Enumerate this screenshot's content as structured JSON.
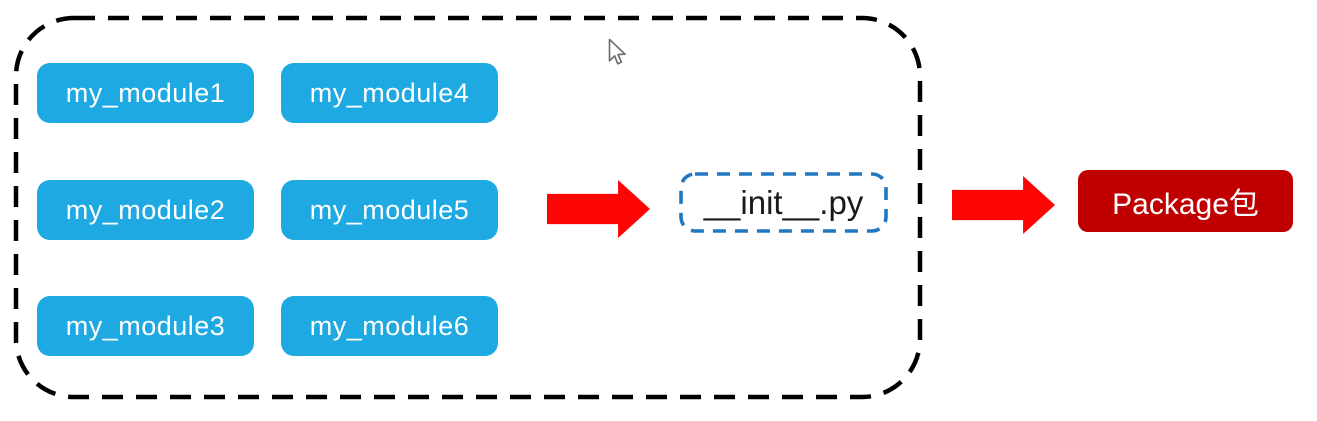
{
  "modules": [
    {
      "label": "my_module1"
    },
    {
      "label": "my_module2"
    },
    {
      "label": "my_module3"
    },
    {
      "label": "my_module4"
    },
    {
      "label": "my_module5"
    },
    {
      "label": "my_module6"
    }
  ],
  "init_file": {
    "label": "__init__.py"
  },
  "package": {
    "label": "Package包"
  },
  "icons": {
    "cursor": "arrow-pointer"
  },
  "colors": {
    "background": "#ffffff",
    "module_bg": "#1fa9e2",
    "module_text": "#ffffff",
    "arrow_red": "#fb0505",
    "init_border": "#2277c2",
    "init_text": "#1a1a1a",
    "package_bg": "#c00000",
    "package_text": "#ffffff",
    "boundary": "#000000"
  }
}
